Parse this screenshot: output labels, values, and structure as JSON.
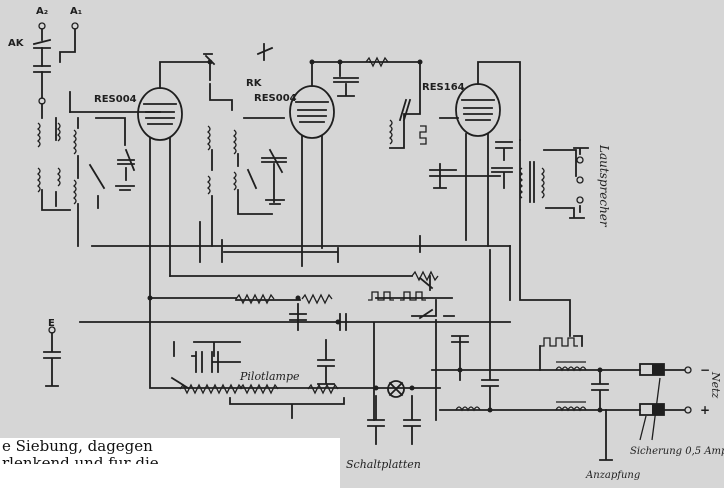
{
  "figure": {
    "background": "#d6d6d6",
    "ink": "#1f1f1f"
  },
  "labels": {
    "antenna_a2": "A₂",
    "antenna_a1": "A₁",
    "antenna_coupler": "AK",
    "feedback_cap": "RK",
    "tube1": "RES004",
    "tube2": "RES004",
    "tube3": "RES164",
    "speaker": "Lautsprecher",
    "earth": "E",
    "pilot_lamp": "Pilotlampe",
    "shield_plates": "Schaltplatten",
    "fuse": "Sicherung 0,5 Amp",
    "tap": "Anzapfung",
    "mains": "Netz",
    "minus": "−",
    "plus": "+"
  },
  "caption": {
    "line1": "e Siebung, dagegen",
    "line2": "rlenkend und fur die"
  }
}
